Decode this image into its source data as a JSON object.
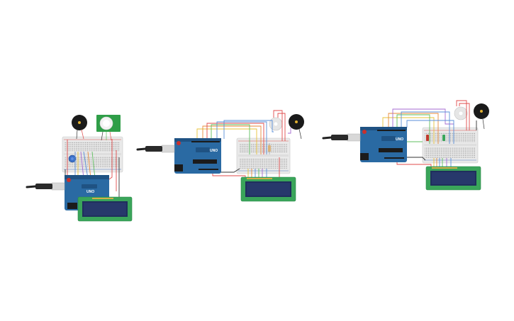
{
  "circuits": [
    {
      "id": "circuit-1",
      "board": {
        "logo_text": "UNO"
      },
      "components": [
        "arduino-uno",
        "breadboard",
        "piezo-buzzer",
        "pir-sensor",
        "lcd-16x2",
        "potentiometer",
        "usb-plug"
      ]
    },
    {
      "id": "circuit-2",
      "board": {
        "logo_text": "UNO"
      },
      "components": [
        "arduino-uno",
        "breadboard",
        "piezo-buzzer",
        "servo-horn",
        "lcd-16x2",
        "resistor",
        "usb-plug"
      ]
    },
    {
      "id": "circuit-3",
      "board": {
        "logo_text": "UNO"
      },
      "components": [
        "arduino-uno",
        "breadboard",
        "piezo-buzzer",
        "servo-horn",
        "lcd-16x2",
        "resistor",
        "usb-plug"
      ]
    }
  ],
  "colors": {
    "arduino": "#2a6aa3",
    "arduino_dark": "#1f5283",
    "breadboard": "#e9e9e9",
    "breadboard_rail_red": "#d9534f",
    "breadboard_rail_blue": "#4a78c0",
    "lcd_pcb": "#3aa55a",
    "lcd_screen": "#1f2f5c",
    "buzzer": "#1a1a1a",
    "pir": "#2f9e48",
    "wire_red": "#e04b4b",
    "wire_blue": "#5a8fd8",
    "wire_yellow": "#e8c23a",
    "wire_orange": "#e88a3a",
    "wire_green": "#5fbf5f",
    "wire_purple": "#a66ad0",
    "wire_black": "#333333"
  }
}
